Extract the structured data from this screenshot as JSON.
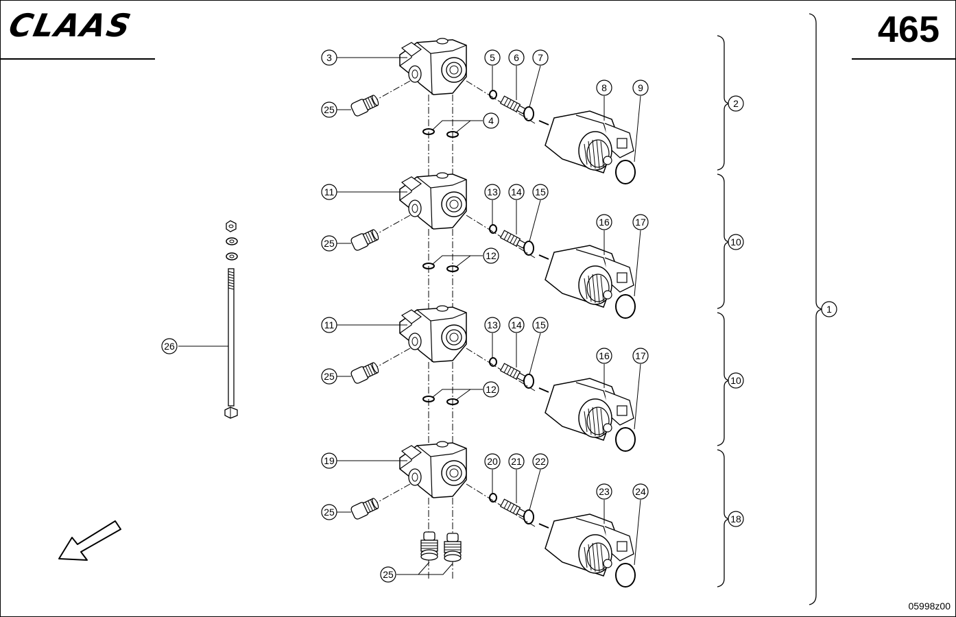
{
  "header": {
    "brand_logo": "CLAAS",
    "page_number": "465"
  },
  "footer": {
    "drawing_number": "05998z00"
  },
  "callouts": {
    "sections": [
      {
        "block": "3",
        "plug": "25",
        "oring_small": "5",
        "valve": "6",
        "oring_large": "7",
        "coil": "8",
        "coil_ring": "9",
        "seals": "4",
        "group": "2"
      },
      {
        "block": "11",
        "plug": "25",
        "oring_small": "13",
        "valve": "14",
        "oring_large": "15",
        "coil": "16",
        "coil_ring": "17",
        "seals": "12",
        "group": "10"
      },
      {
        "block": "11",
        "plug": "25",
        "oring_small": "13",
        "valve": "14",
        "oring_large": "15",
        "coil": "16",
        "coil_ring": "17",
        "seals": "12",
        "group": "10"
      },
      {
        "block": "19",
        "plug": "25",
        "oring_small": "20",
        "valve": "21",
        "oring_large": "22",
        "coil": "23",
        "coil_ring": "24",
        "group": "18"
      }
    ],
    "bottom_plugs": "25",
    "tie_rod": "26",
    "assembly": "1"
  },
  "icons": {
    "direction_arrow": "direction-arrow-icon"
  }
}
